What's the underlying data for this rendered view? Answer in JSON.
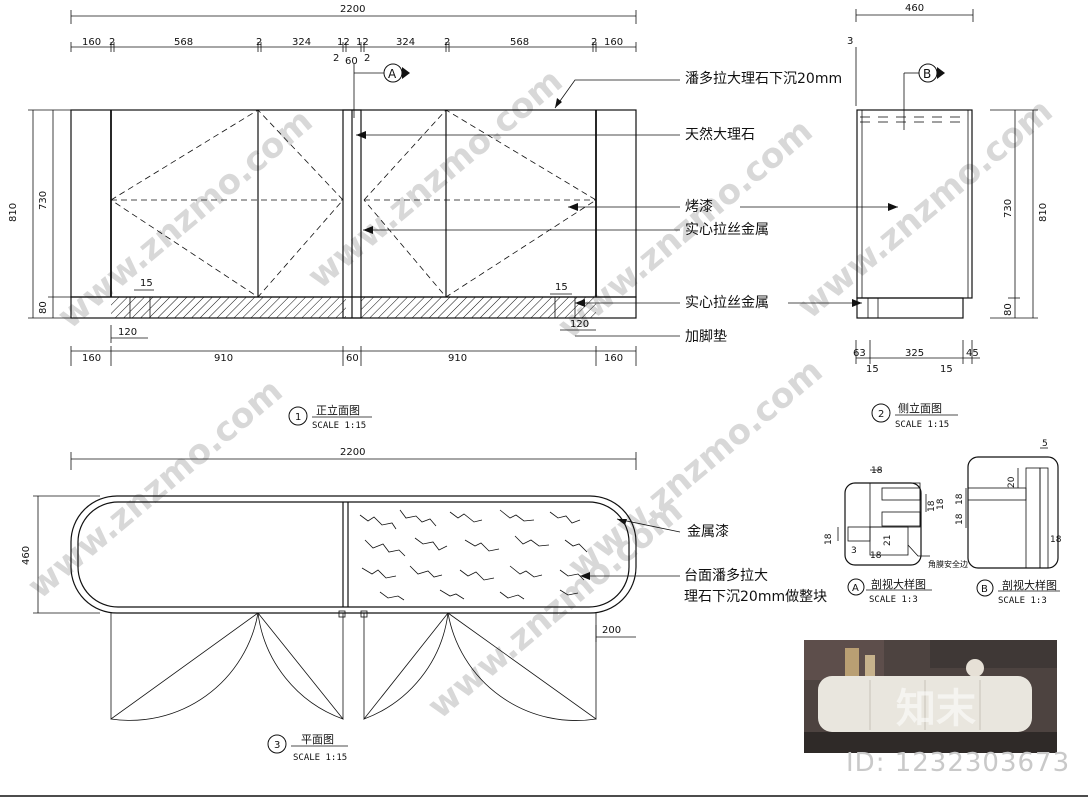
{
  "drawing": {
    "front": {
      "overall_top": "2200",
      "top_segments": [
        "160",
        "2",
        "568",
        "2",
        "324",
        "12",
        "12",
        "324",
        "2",
        "568",
        "2",
        "160"
      ],
      "mid_small": [
        "2",
        "60",
        "2"
      ],
      "bottom_segments": [
        "160",
        "910",
        "60",
        "910",
        "160"
      ],
      "left_total": "810",
      "left_730": "730",
      "left_80": "80",
      "right_730": "730",
      "right_810": "810",
      "right_80": "80",
      "d15_left": "15",
      "d15_right": "15",
      "d120_left": "120",
      "d120_right": "120",
      "marker_a": "A",
      "title_num": "1",
      "title": "正立面图",
      "scale": "SCALE 1:15"
    },
    "side": {
      "overall_top": "460",
      "d3": "3",
      "marker_b": "B",
      "bottom": [
        "63",
        "325",
        "45"
      ],
      "bottom2": [
        "15",
        "15"
      ],
      "title_num": "2",
      "title": "侧立面图",
      "scale": "SCALE 1:15"
    },
    "plan": {
      "overall_top": "2200",
      "left_460": "460",
      "d200": "200",
      "title_num": "3",
      "title": "平面图",
      "scale": "SCALE 1:15"
    },
    "detail_a": {
      "dims": [
        "18",
        "18",
        "18",
        "21",
        "3",
        "18",
        "18"
      ],
      "note": "角膜安全边",
      "marker": "A",
      "title": "剖视大样图",
      "scale": "SCALE 1:3"
    },
    "detail_b": {
      "dims": [
        "5",
        "20",
        "18",
        "18",
        "18"
      ],
      "marker": "B",
      "title": "剖视大样图",
      "scale": "SCALE 1:3"
    },
    "labels": {
      "marble_top": "潘多拉大理石下沉20mm",
      "natural_marble": "天然大理石",
      "paint": "烤漆",
      "brushed_metal_1": "实心拉丝金属",
      "brushed_metal_2": "实心拉丝金属",
      "foot_pad": "加脚垫",
      "metal_paint": "金属漆",
      "plan_top_1": "台面潘多拉大",
      "plan_top_2": "理石下沉20mm做整块"
    },
    "watermark": "www.znzmo.com",
    "photo_logo": "知末",
    "photo_id": "ID: 1232303673"
  }
}
